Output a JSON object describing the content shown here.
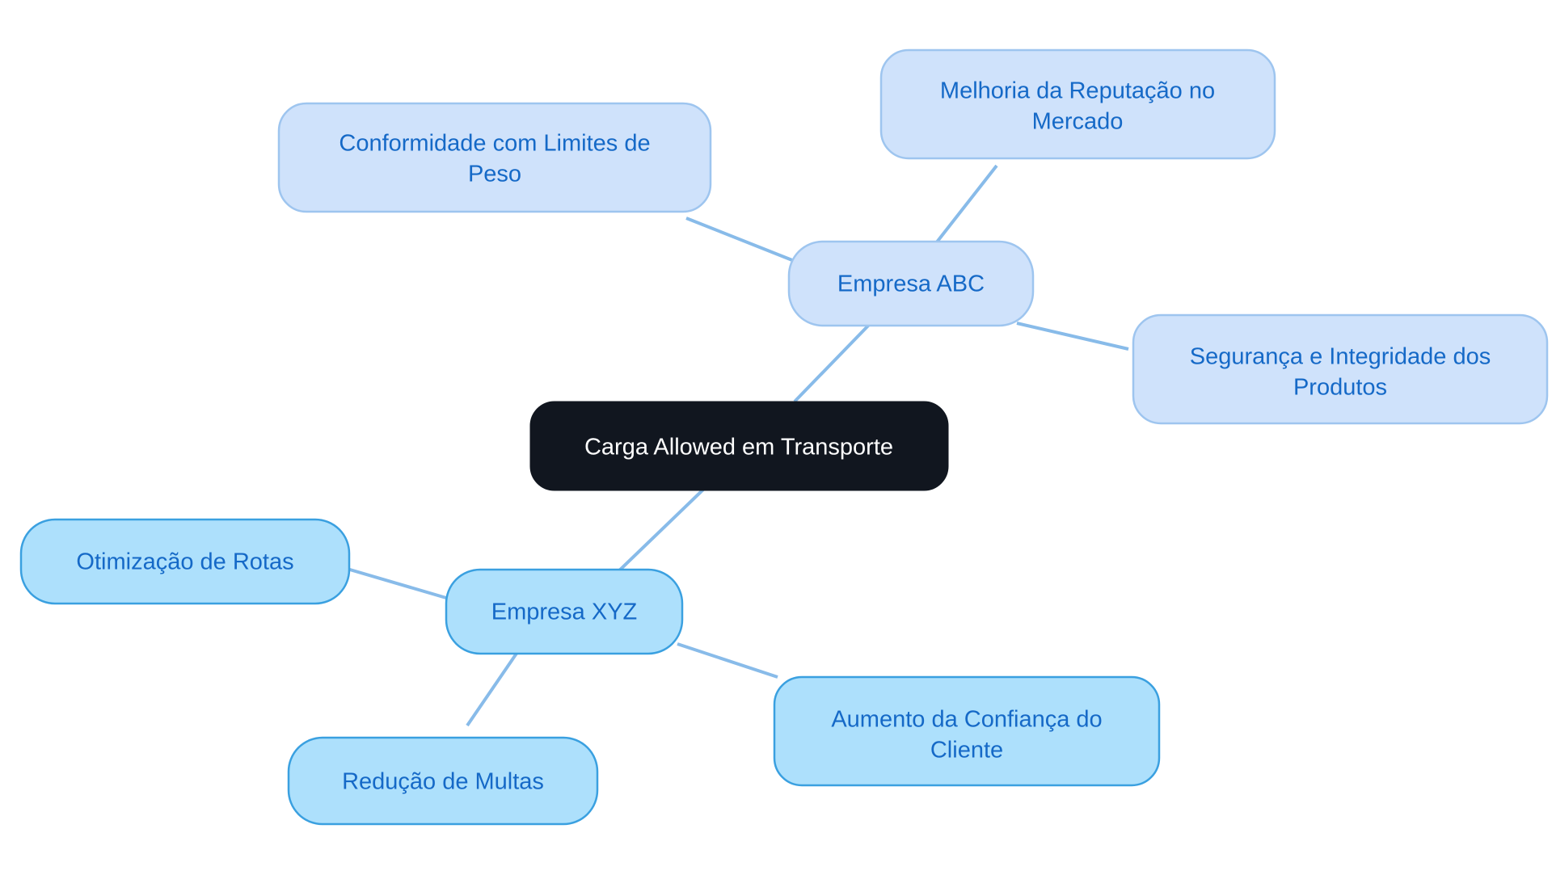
{
  "diagram": {
    "type": "mindmap",
    "title": "Carga Allowed em Transporte",
    "background_color": "#ffffff",
    "edge_color": "#88bbe9",
    "root": {
      "id": "root",
      "label": "Carga Allowed em Transporte",
      "fill_color": "#11161f",
      "text_color": "#ffffff"
    },
    "branches": [
      {
        "id": "empresa-abc",
        "label": "Empresa ABC",
        "fill_color": "#cfe2fb",
        "text_color": "#1569c7",
        "children": [
          {
            "id": "conformidade-com-limites-de-peso",
            "label": "Conformidade com Limites de Peso",
            "line1": "Conformidade com Limites de",
            "line2": "Peso",
            "fill_color": "#cfe2fb",
            "text_color": "#1569c7"
          },
          {
            "id": "melhoria-da-reputacao-no-mercado",
            "label": "Melhoria da Reputação no Mercado",
            "line1": "Melhoria da Reputação no",
            "line2": "Mercado",
            "fill_color": "#cfe2fb",
            "text_color": "#1569c7"
          },
          {
            "id": "seguranca-e-integridade-dos-produtos",
            "label": "Segurança e Integridade dos Produtos",
            "line1": "Segurança e Integridade dos",
            "line2": "Produtos",
            "fill_color": "#cfe2fb",
            "text_color": "#1569c7"
          }
        ]
      },
      {
        "id": "empresa-xyz",
        "label": "Empresa XYZ",
        "fill_color": "#ade0fc",
        "text_color": "#1569c7",
        "children": [
          {
            "id": "otimizacao-de-rotas",
            "label": "Otimização de Rotas",
            "line1": "Otimização de Rotas",
            "line2": "",
            "fill_color": "#ade0fc",
            "text_color": "#1569c7"
          },
          {
            "id": "reducao-de-multas",
            "label": "Redução de Multas",
            "line1": "Redução de Multas",
            "line2": "",
            "fill_color": "#ade0fc",
            "text_color": "#1569c7"
          },
          {
            "id": "aumento-da-confianca-do-cliente",
            "label": "Aumento da Confiança do Cliente",
            "line1": "Aumento da Confiança do",
            "line2": "Cliente",
            "fill_color": "#ade0fc",
            "text_color": "#1569c7"
          }
        ]
      }
    ]
  }
}
